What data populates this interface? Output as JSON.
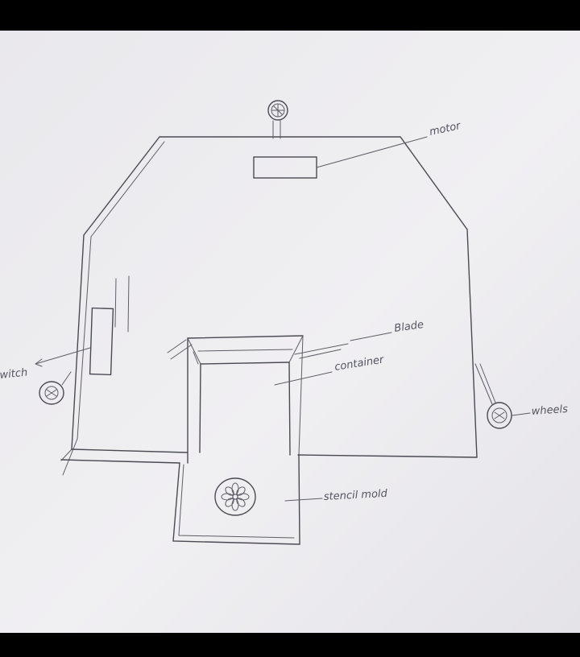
{
  "colors": {
    "background": "#000000",
    "paper": "#eeedf0",
    "ink": "#45454d"
  },
  "labels": {
    "motor": "motor",
    "blade": "Blade",
    "container": "container",
    "switch": "witch",
    "wheels": "wheels",
    "stencil_mold": "stencil mold"
  }
}
